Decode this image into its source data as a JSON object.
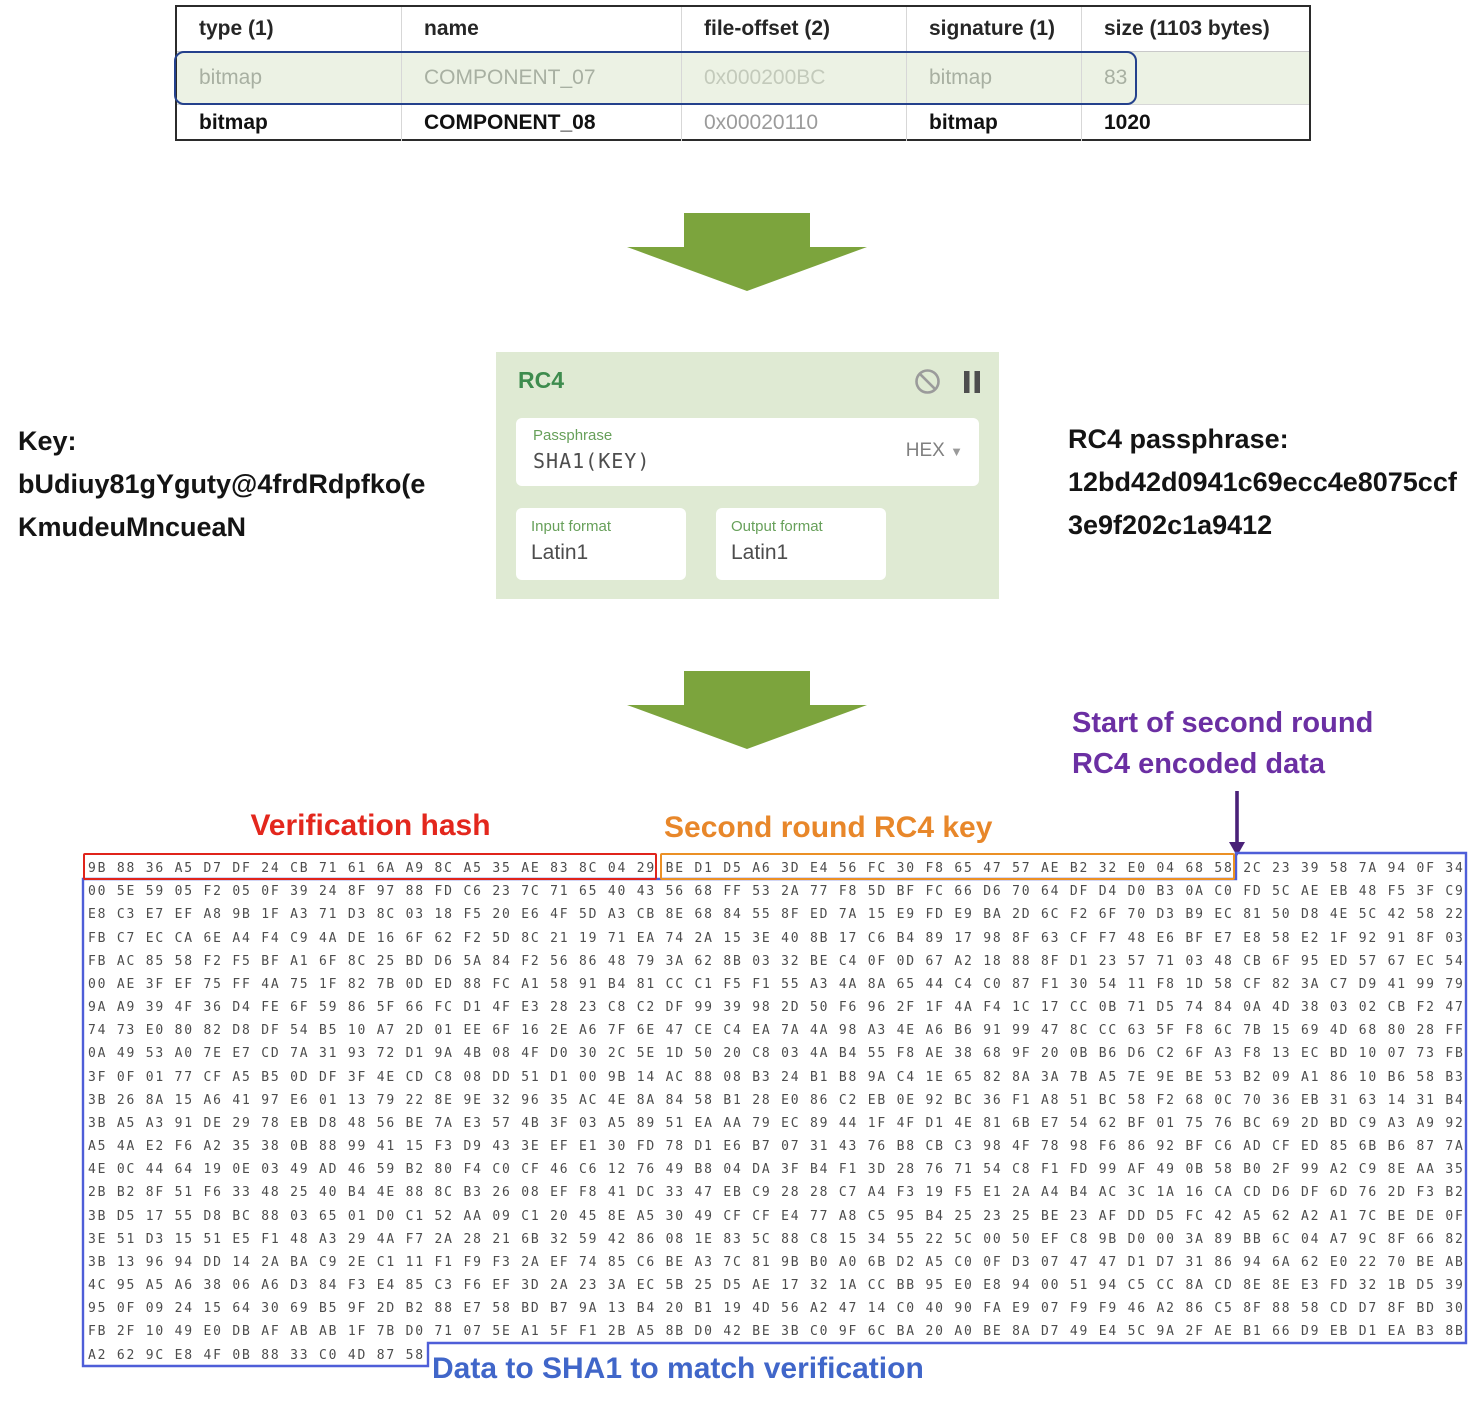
{
  "table": {
    "headers": [
      "type (1)",
      "name",
      "file-offset (2)",
      "signature (1)",
      "size (1103 bytes)"
    ],
    "rows": [
      [
        "bitmap",
        "COMPONENT_07",
        "0x000200BC",
        "bitmap",
        "83"
      ],
      [
        "bitmap",
        "COMPONENT_08",
        "0x00020110",
        "bitmap",
        "1020"
      ]
    ],
    "selected_row_index": 0
  },
  "key_block": {
    "label": "Key:",
    "line1": "bUdiuy81gYguty@4frdRdpfko(e",
    "line2": "KmudeuMncueaN"
  },
  "recipe": {
    "title": "RC4",
    "disable_icon": "circle-slash",
    "pause_icon": "pause",
    "passphrase_label": "Passphrase",
    "passphrase_value": "SHA1(KEY)",
    "passphrase_mode": "HEX",
    "input_format_label": "Input format",
    "input_format_value": "Latin1",
    "output_format_label": "Output format",
    "output_format_value": "Latin1"
  },
  "passphrase_block": {
    "label": "RC4 passphrase:",
    "line1": "12bd42d0941c69ecc4e8075ccf",
    "line2": "3e9f202c1a9412"
  },
  "annotations": {
    "start_second_round_line1": "Start of second round",
    "start_second_round_line2": "RC4 encoded data",
    "verification_hash": "Verification hash",
    "second_round_key": "Second round RC4 key",
    "data_to_sha1": "Data to SHA1 to match verification"
  },
  "colors": {
    "arrow_green": "#7ca43d",
    "card_bg": "#dfead3",
    "card_title_green": "#3e8c4e",
    "label_red": "#e3271d",
    "label_orange": "#e8872a",
    "label_purple": "#6b2fa3",
    "label_blue": "#4066c9",
    "box_blue": "#4e5ed8",
    "selection_blue": "#24418c"
  },
  "hex": {
    "rows": [
      "9B 88 36 A5 D7 DF 24 CB 71 61 6A A9 8C A5 35 AE 83 8C 04 29 BE D1 D5 A6 3D E4 56 FC 30 F8 65 47 57 AE B2 32 E0 04 68 58 2C 23 39 58 7A 94 0F 34",
      "00 5E 59 05 F2 05 0F 39 24 8F 97 88 FD C6 23 7C 71 65 40 43 56 68 FF 53 2A 77 F8 5D BF FC 66 D6 70 64 DF D4 D0 B3 0A C0 FD 5C AE EB 48 F5 3F C9",
      "E8 C3 E7 EF A8 9B 1F A3 71 D3 8C 03 18 F5 20 E6 4F 5D A3 CB 8E 68 84 55 8F ED 7A 15 E9 FD E9 BA 2D 6C F2 6F 70 D3 B9 EC 81 50 D8 4E 5C 42 58 22",
      "FB C7 EC CA 6E A4 F4 C9 4A DE 16 6F 62 F2 5D 8C 21 19 71 EA 74 2A 15 3E 40 8B 17 C6 B4 89 17 98 8F 63 CF F7 48 E6 BF E7 E8 58 E2 1F 92 91 8F 03",
      "FB AC 85 58 F2 F5 BF A1 6F 8C 25 BD D6 5A 84 F2 56 86 48 79 3A 62 8B 03 32 BE C4 0F 0D 67 A2 18 88 8F D1 23 57 71 03 48 CB 6F 95 ED 57 67 EC 54",
      "00 AE 3F EF 75 FF 4A 75 1F 82 7B 0D ED 88 FC A1 58 91 B4 81 CC C1 F5 F1 55 A3 4A 8A 65 44 C4 C0 87 F1 30 54 11 F8 1D 58 CF 82 3A C7 D9 41 99 79",
      "9A A9 39 4F 36 D4 FE 6F 59 86 5F 66 FC D1 4F E3 28 23 C8 C2 DF 99 39 98 2D 50 F6 96 2F 1F 4A F4 1C 17 CC 0B 71 D5 74 84 0A 4D 38 03 02 CB F2 47",
      "74 73 E0 80 82 D8 DF 54 B5 10 A7 2D 01 EE 6F 16 2E A6 7F 6E 47 CE C4 EA 7A 4A 98 A3 4E A6 B6 91 99 47 8C CC 63 5F F8 6C 7B 15 69 4D 68 80 28 FF",
      "0A 49 53 A0 7E E7 CD 7A 31 93 72 D1 9A 4B 08 4F D0 30 2C 5E 1D 50 20 C8 03 4A B4 55 F8 AE 38 68 9F 20 0B B6 D6 C2 6F A3 F8 13 EC BD 10 07 73 FB",
      "3F 0F 01 77 CF A5 B5 0D DF 3F 4E CD C8 08 DD 51 D1 00 9B 14 AC 88 08 B3 24 B1 B8 9A C4 1E 65 82 8A 3A 7B A5 7E 9E BE 53 B2 09 A1 86 10 B6 58 B3",
      "3B 26 8A 15 A6 41 97 E6 01 13 79 22 8E 9E 32 96 35 AC 4E 8A 84 58 B1 28 E0 86 C2 EB 0E 92 BC 36 F1 A8 51 BC 58 F2 68 0C 70 36 EB 31 63 14 31 B4",
      "3B A5 A3 91 DE 29 78 EB D8 48 56 BE 7A E3 57 4B 3F 03 A5 89 51 EA AA 79 EC 89 44 1F 4F D1 4E 81 6B E7 54 62 BF 01 75 76 BC 69 2D BD C9 A3 A9 92",
      "A5 4A E2 F6 A2 35 38 0B 88 99 41 15 F3 D9 43 3E EF E1 30 FD 78 D1 E6 B7 07 31 43 76 B8 CB C3 98 4F 78 98 F6 86 92 BF C6 AD CF ED 85 6B B6 87 7A",
      "4E 0C 44 64 19 0E 03 49 AD 46 59 B2 80 F4 C0 CF 46 C6 12 76 49 B8 04 DA 3F B4 F1 3D 28 76 71 54 C8 F1 FD 99 AF 49 0B 58 B0 2F 99 A2 C9 8E AA 35",
      "2B B2 8F 51 F6 33 48 25 40 B4 4E 88 8C B3 26 08 EF F8 41 DC 33 47 EB C9 28 28 C7 A4 F3 19 F5 E1 2A A4 B4 AC 3C 1A 16 CA CD D6 DF 6D 76 2D F3 B2",
      "3B D5 17 55 D8 BC 88 03 65 01 D0 C1 52 AA 09 C1 20 45 8E A5 30 49 CF CF E4 77 A8 C5 95 B4 25 23 25 BE 23 AF DD D5 FC 42 A5 62 A2 A1 7C BE DE 0F",
      "3E 51 D3 15 51 E5 F1 48 A3 29 4A F7 2A 28 21 6B 32 59 42 86 08 1E 83 5C 88 C8 15 34 55 22 5C 00 50 EF C8 9B D0 00 3A 89 BB 6C 04 A7 9C 8F 66 82",
      "3B 13 96 94 DD 14 2A BA C9 2E C1 11 F1 F9 F3 2A EF 74 85 C6 BE A3 7C 81 9B B0 A0 6B D2 A5 C0 0F D3 07 47 47 D1 D7 31 86 94 6A 62 E0 22 70 BE AB",
      "4C 95 A5 A6 38 06 A6 D3 84 F3 E4 85 C3 F6 EF 3D 2A 23 3A EC 5B 25 D5 AE 17 32 1A CC BB 95 E0 E8 94 00 51 94 C5 CC 8A CD 8E 8E E3 FD 32 1B D5 39",
      "95 0F 09 24 15 64 30 69 B5 9F 2D B2 88 E7 58 BD B7 9A 13 B4 20 B1 19 4D 56 A2 47 14 C0 40 90 FA E9 07 F9 F9 46 A2 86 C5 8F 88 58 CD D7 8F BD 30",
      "FB 2F 10 49 E0 DB AF AB AB 1F 7B D0 71 07 5E A1 5F F1 2B A5 8B D0 42 BE 3B C0 9F 6C BA 20 A0 BE 8A D7 49 E4 5C 9A 2F AE B1 66 D9 EB D1 EA B3 8B",
      "A2 62 9C E8 4F 0B 88 33 C0 4D 87 58"
    ]
  }
}
